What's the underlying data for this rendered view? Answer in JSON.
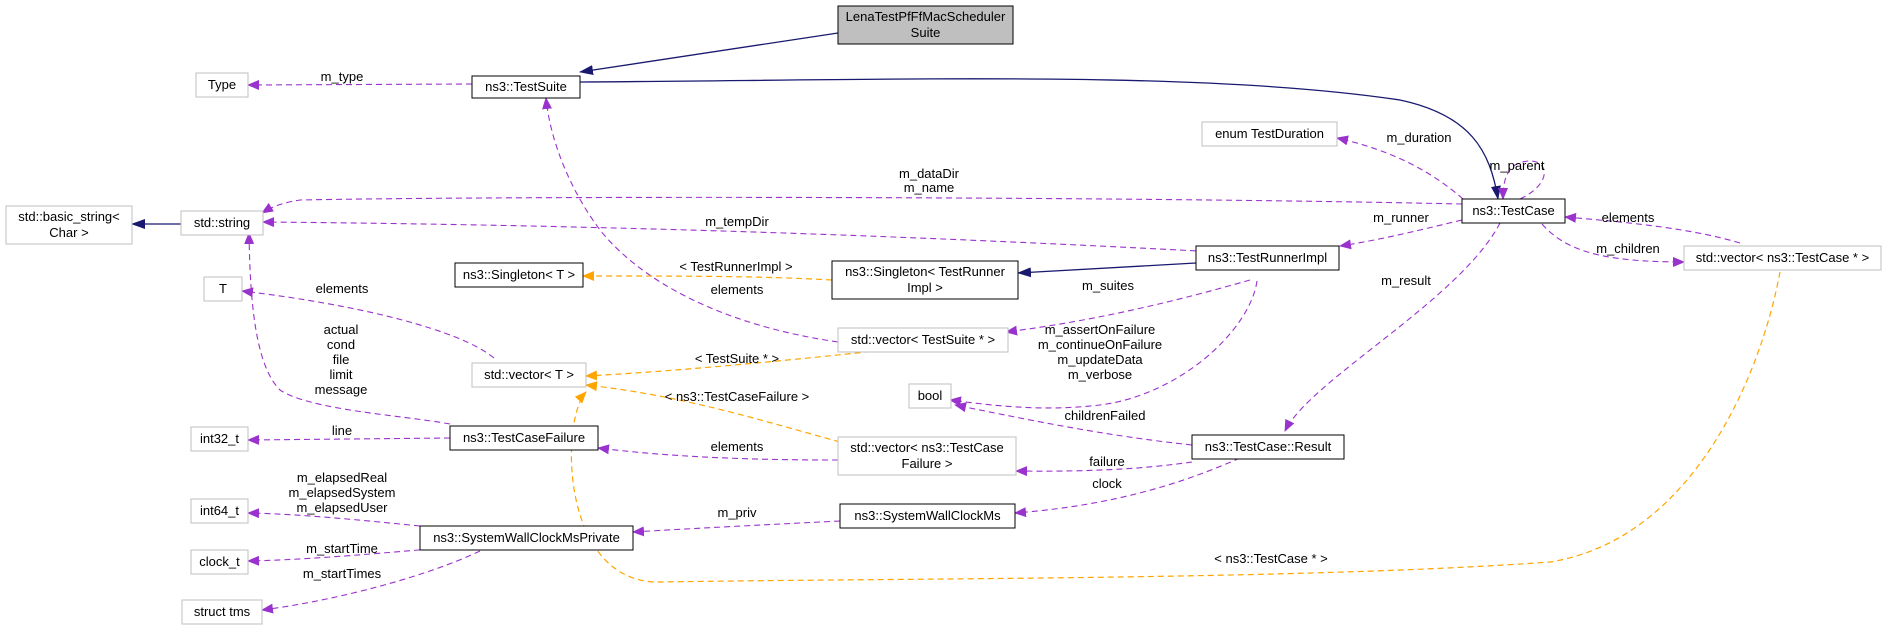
{
  "colors": {
    "inherit": "#191970",
    "usage": "#9a32cd",
    "template": "#ffa500",
    "node_border": "#000000",
    "external_border": "#bfbfbf",
    "focus_fill": "#bfbfbf"
  },
  "nodes": {
    "root": [
      "LenaTestPfFfMacScheduler",
      "Suite"
    ],
    "testsuite": [
      "ns3::TestSuite"
    ],
    "type": [
      "Type"
    ],
    "testcase": [
      "ns3::TestCase"
    ],
    "enum_testduration": [
      "enum TestDuration"
    ],
    "basic_string": [
      "std::basic_string<",
      "Char >"
    ],
    "string": [
      "std::string"
    ],
    "singleton_t": [
      "ns3::Singleton< T >"
    ],
    "singleton_runner": [
      "ns3::Singleton< TestRunner",
      "Impl >"
    ],
    "testrunnerimpl": [
      "ns3::TestRunnerImpl"
    ],
    "vector_testcase": [
      "std::vector< ns3::TestCase * >"
    ],
    "t": [
      "T"
    ],
    "vector_testsuite": [
      "std::vector< TestSuite * >"
    ],
    "vector_t": [
      "std::vector< T >"
    ],
    "bool": [
      "bool"
    ],
    "int32": [
      "int32_t"
    ],
    "testcasefailure": [
      "ns3::TestCaseFailure"
    ],
    "vector_failure": [
      "std::vector< ns3::TestCase",
      "Failure >"
    ],
    "result": [
      "ns3::TestCase::Result"
    ],
    "int64": [
      "int64_t"
    ],
    "wallclock": [
      "ns3::SystemWallClockMs"
    ],
    "wallclock_private": [
      "ns3::SystemWallClockMsPrivate"
    ],
    "clock_t": [
      "clock_t"
    ],
    "struct_tms": [
      "struct tms"
    ]
  },
  "edge_labels": {
    "m_type": [
      "m_type"
    ],
    "m_duration": [
      "m_duration"
    ],
    "m_parent": [
      "m_parent"
    ],
    "datadir_name": [
      "m_dataDir",
      "m_name"
    ],
    "m_tempdir": [
      "m_tempDir"
    ],
    "m_runner": [
      "m_runner"
    ],
    "elements_testcase": [
      "elements"
    ],
    "m_children": [
      "m_children"
    ],
    "m_result": [
      "m_result"
    ],
    "testrunnerimpl_tmpl": [
      "< TestRunnerImpl >"
    ],
    "elements_suite": [
      "elements"
    ],
    "m_suites": [
      "m_suites"
    ],
    "elements_t": [
      "elements"
    ],
    "actual_group": [
      "actual",
      "cond",
      "file",
      "limit",
      "message"
    ],
    "bool_group": [
      "m_assertOnFailure",
      "m_continueOnFailure",
      "m_updateData",
      "m_verbose"
    ],
    "testsuite_tmpl": [
      "< TestSuite * >"
    ],
    "failure_tmpl": [
      "< ns3::TestCaseFailure >"
    ],
    "children_failed": [
      "childrenFailed"
    ],
    "line": [
      "line"
    ],
    "elements_failure": [
      "elements"
    ],
    "failure": [
      "failure"
    ],
    "clock": [
      "clock"
    ],
    "elapsed_group": [
      "m_elapsedReal",
      "m_elapsedSystem",
      "m_elapsedUser"
    ],
    "m_priv": [
      "m_priv"
    ],
    "m_starttime": [
      "m_startTime"
    ],
    "testcase_tmpl": [
      "< ns3::TestCase * >"
    ],
    "m_starttimes": [
      "m_startTimes"
    ]
  }
}
